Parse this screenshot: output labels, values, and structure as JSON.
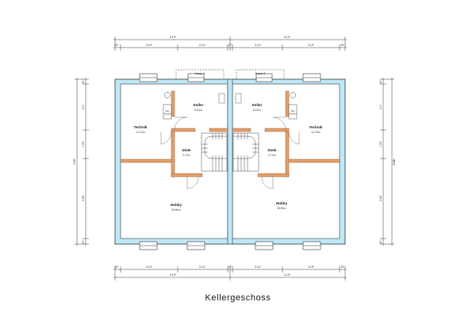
{
  "title": "Kellergeschoss",
  "houses": [
    "Haus 1",
    "Haus 2"
  ],
  "rooms": {
    "keller_1": {
      "name": "Keller",
      "area": "8.12m²"
    },
    "keller_2": {
      "name": "Keller",
      "area": "8.12m²"
    },
    "technik_1": {
      "name": "Technik",
      "area": "14.72m²"
    },
    "technik_2": {
      "name": "Technik",
      "area": "14.72m²"
    },
    "diele_1": {
      "name": "Diele",
      "area": "3.77m²"
    },
    "diele_2": {
      "name": "Diele",
      "area": "3.77m²"
    },
    "hobby_1": {
      "name": "Hobby",
      "area": "35.90m²"
    },
    "hobby_2": {
      "name": "Hobby",
      "area": "35.90m²"
    }
  },
  "fixtures": {
    "wa_sockel": "WA\nSockel"
  },
  "dimensions": {
    "top_total": [
      "6.19⁵",
      "6.19⁵"
    ],
    "top_parts": [
      "30⁵",
      "3.15⁵",
      "3.14⁵",
      "17⁵",
      "3.14⁵",
      "3.15⁵",
      "30⁵"
    ],
    "bottom_total": [
      "6.19⁵",
      "6.19⁵"
    ],
    "bottom_parts": [
      "30⁵",
      "3.15⁵",
      "3.14⁵",
      "17⁵",
      "3.14⁵",
      "3.15⁵",
      "30⁵"
    ],
    "left_total": "9.99⁵",
    "left_parts": [
      "30⁵",
      "3.1⁰",
      "1.76⁵",
      "3.62⁵",
      "30⁵"
    ],
    "right_total": "9.99⁵",
    "right_parts": [
      "30⁵",
      "3.1⁰",
      "1.76⁵",
      "3.62⁵",
      "30⁵"
    ]
  }
}
